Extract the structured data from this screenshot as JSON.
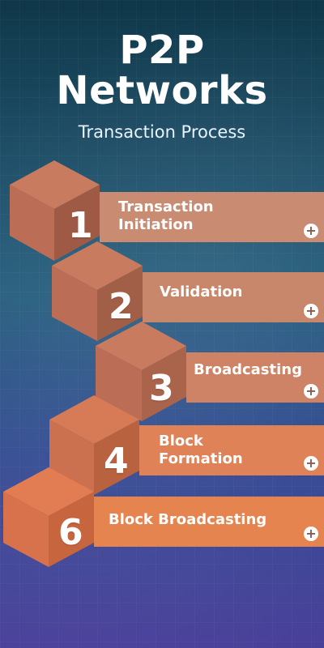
{
  "header": {
    "title_line1": "P2P",
    "title_line2": "Networks",
    "subtitle": "Transaction Process"
  },
  "steps": [
    {
      "number": "1",
      "label_lines": [
        "Transaction",
        "Initiation"
      ],
      "plus": "+"
    },
    {
      "number": "2",
      "label_lines": [
        "Validation"
      ],
      "plus": "+"
    },
    {
      "number": "3",
      "label_lines": [
        "Broadcasting"
      ],
      "plus": "+"
    },
    {
      "number": "4",
      "label_lines": [
        "Block",
        "Formation"
      ],
      "plus": "+"
    },
    {
      "number": "6",
      "label_lines": [
        "Block Broadcasting"
      ],
      "plus": "+"
    }
  ],
  "colors": {
    "banner_brown_1": "#c98b72",
    "banner_brown_2": "#c8866b",
    "banner_brown_3": "#ce8266",
    "banner_orange_1": "#e08258",
    "banner_orange_2": "#e5844f",
    "cube_top": "#c97b5f",
    "cube_front": "#bb6e55",
    "cube_side": "#9f5a45"
  }
}
